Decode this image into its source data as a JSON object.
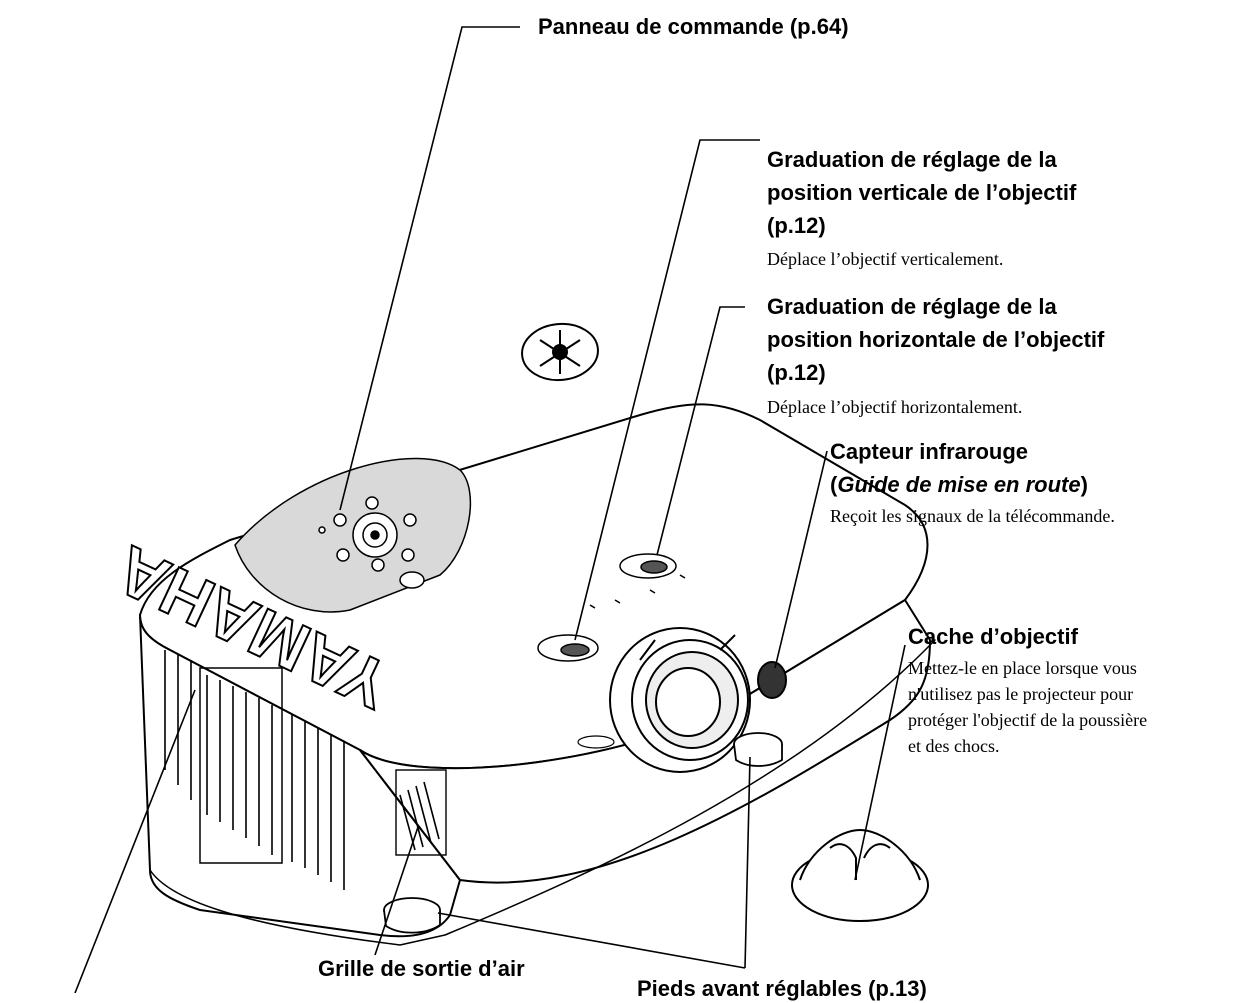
{
  "labels": {
    "control_panel": "Panneau de commande (p.64)",
    "vertical_dial": {
      "line1": "Graduation de réglage de la",
      "line2": "position verticale de l’objectif",
      "line3": "(p.12)",
      "desc": "Déplace l’objectif verticalement."
    },
    "horizontal_dial": {
      "line1": "Graduation de réglage de la",
      "line2": "position horizontale de l’objectif",
      "line3": "(p.12)",
      "desc": "Déplace l’objectif horizontalement."
    },
    "ir_sensor": {
      "line1": "Capteur infrarouge",
      "paren_open": "(",
      "guide": "Guide de mise en route",
      "paren_close": ")",
      "desc": "Reçoit les signaux de la télécommande."
    },
    "lens_cap": {
      "title": "Cache d’objectif",
      "desc1": "Mettez-le en place lorsque vous",
      "desc2": "n'utilisez pas le projecteur pour",
      "desc3": "protéger l'objectif de la poussière",
      "desc4": "et des chocs."
    },
    "air_exhaust": "Grille de sortie d’air",
    "front_feet": "Pieds avant réglables (p.13)"
  },
  "brand": {
    "logo_text": "YAMAHA"
  },
  "colors": {
    "ink": "#000000",
    "body": "#ffffff",
    "shade": "#d9d9d9"
  }
}
